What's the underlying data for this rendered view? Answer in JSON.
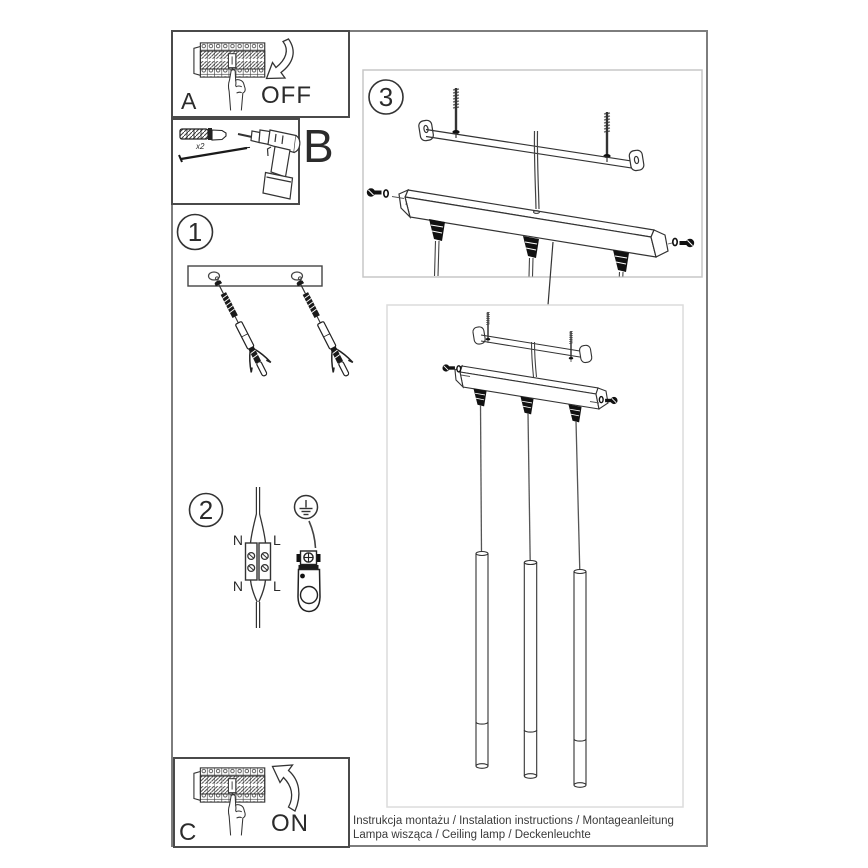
{
  "labels": {
    "step_a": "A",
    "step_b": "B",
    "step_c": "C",
    "step_1": "1",
    "step_2": "2",
    "step_3": "3",
    "off": "OFF",
    "on": "ON",
    "x2": "x2",
    "terminal_n_top": "N",
    "terminal_l_top": "L",
    "terminal_n_bottom": "N",
    "terminal_l_bottom": "L"
  },
  "footer": {
    "line1": "Instrukcja montażu / Instalation instructions / Montageanleitung",
    "line2": "Lampa wisząca / Ceiling lamp / Deckenleuchte"
  },
  "figures": {
    "breaker_panel": "circuit-breaker-row",
    "hand": "pressing-hand",
    "arrow_off": "curved-arrow-down",
    "arrow_on": "curved-arrow-up",
    "drill": "power-drill",
    "wall_plug": "wall-anchor",
    "screw": "mounting-screw",
    "earth": "protective-earth-symbol",
    "clamp": "ground-terminal-clamp",
    "bracket": "mounting-bracket",
    "canopy": "ceiling-canopy",
    "pendants": "three-pendant-tubes"
  },
  "colors": {
    "ink": "#333333",
    "frame": "#7d7d7d",
    "step_box_border": "#c7c7c7",
    "background": "#ffffff"
  }
}
